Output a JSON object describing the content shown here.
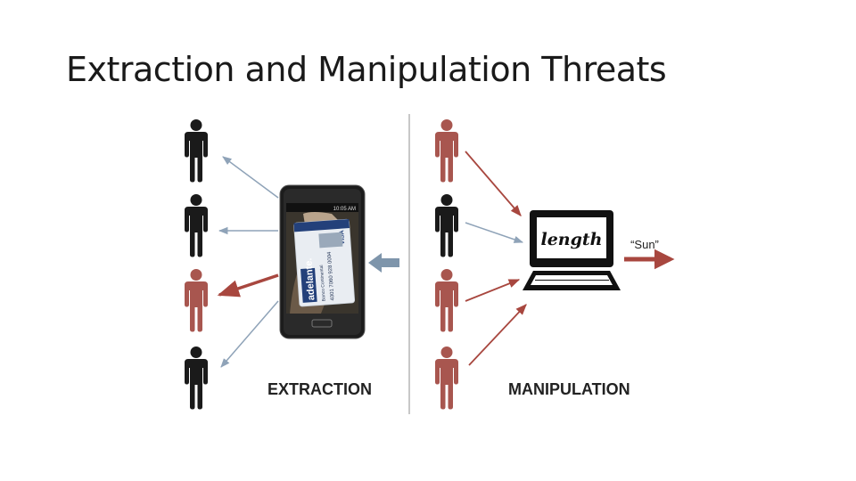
{
  "slide": {
    "title": "Extraction and Manipulation Threats"
  },
  "extraction": {
    "label": "EXTRACTION",
    "phone": {
      "status_time": "10:05 AM",
      "card_brand": "adelante.",
      "card_network": "VISA",
      "card_issuer": "Banco Continental",
      "card_number": "4001 7060 928 0004"
    }
  },
  "manipulation": {
    "label": "MANIPULATION",
    "laptop_screen_text": "length",
    "output_text": "“Sun”"
  },
  "colors": {
    "person_dark": "#1a1a1a",
    "person_red": "#a8564f",
    "arrow_gray": "#8fa3b8",
    "arrow_red": "#a8473f",
    "center_arrow": "#7e95ab",
    "divider": "#c8c8c8"
  }
}
